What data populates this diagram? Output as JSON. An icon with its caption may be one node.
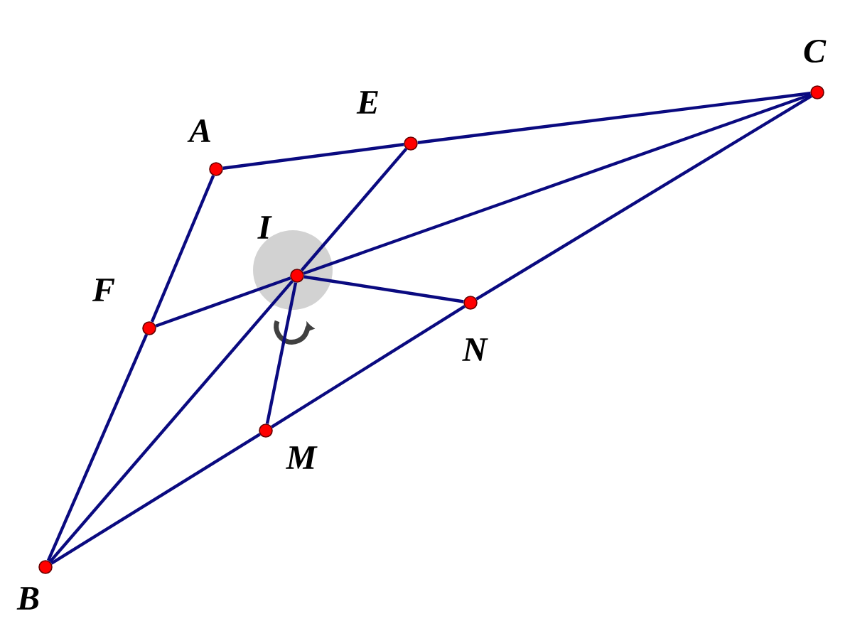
{
  "diagram": {
    "nodes": [
      {
        "text": [
          "A"
        ]
      },
      {
        "text": [
          "B"
        ]
      },
      {
        "text": [
          "C"
        ]
      },
      {
        "text": [
          "E"
        ]
      },
      {
        "text": [
          "F"
        ]
      },
      {
        "text": [
          "I"
        ]
      },
      {
        "text": [
          "M"
        ]
      },
      {
        "text": [
          "N"
        ]
      }
    ],
    "edges": [
      {
        "from": 0,
        "to": 3,
        "arrow": "none"
      },
      {
        "from": 3,
        "to": 2,
        "arrow": "none"
      },
      {
        "from": 0,
        "to": 4,
        "arrow": "none"
      },
      {
        "from": 4,
        "to": 1,
        "arrow": "none"
      },
      {
        "from": 1,
        "to": 6,
        "arrow": "none"
      },
      {
        "from": 6,
        "to": 7,
        "arrow": "none"
      },
      {
        "from": 7,
        "to": 2,
        "arrow": "none"
      },
      {
        "from": 1,
        "to": 5,
        "arrow": "none"
      },
      {
        "from": 5,
        "to": 3,
        "arrow": "none"
      },
      {
        "from": 4,
        "to": 5,
        "arrow": "none"
      },
      {
        "from": 5,
        "to": 2,
        "arrow": "none"
      },
      {
        "from": 5,
        "to": 6,
        "arrow": "none"
      },
      {
        "from": 5,
        "to": 7,
        "arrow": "none"
      }
    ]
  }
}
